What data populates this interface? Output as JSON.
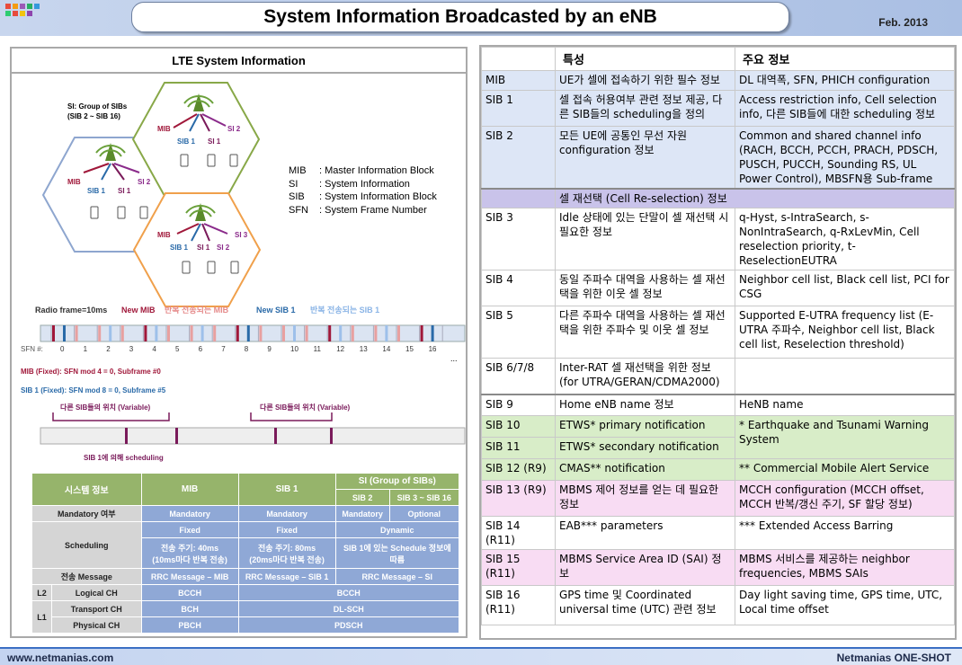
{
  "header": {
    "title": "System Information Broadcasted by an eNB",
    "date": "Feb. 2013"
  },
  "footer": {
    "left": "www.netmanias.com",
    "right": "Netmanias ONE-SHOT"
  },
  "left_panel": {
    "title": "LTE System Information",
    "cells_caption": [
      "SI: Group of SIBs",
      "(SIB 2 ~ SIB 16)"
    ],
    "cell_labels": {
      "mib": "MIB",
      "sib1": "SIB 1",
      "si1": "SI 1",
      "si2": "SI 2",
      "si3": "SI 3"
    },
    "legend": [
      {
        "key": "MIB",
        "value": ": Master Information Block"
      },
      {
        "key": "SI",
        "value": ": System Information"
      },
      {
        "key": "SIB",
        "value": ": System Information Block"
      },
      {
        "key": "SFN",
        "value": ": System Frame Number"
      }
    ],
    "timeline": {
      "radio_frame": "Radio frame=10ms",
      "new_mib": "New MIB",
      "repeat_mib": "반복 전송되는 MIB",
      "new_sib1": "New SIB 1",
      "repeat_sib1": "반복 전송되는 SIB 1",
      "sfn_label": "SFN #:",
      "sfn_numbers": [
        "0",
        "1",
        "2",
        "3",
        "4",
        "5",
        "6",
        "7",
        "8",
        "9",
        "10",
        "11",
        "12",
        "13",
        "14",
        "15",
        "16"
      ],
      "ellipsis": "...",
      "mib_fixed": "MIB (Fixed): SFN mod 4 = 0, Subframe #0",
      "sib1_fixed": "SIB 1 (Fixed): SFN mod 8 = 0, Subframe #5",
      "other_sibs_a": "다른 SIB들의 위치 (Variable)",
      "other_sibs_b": "다른 SIB들의 위치 (Variable)",
      "sib1_scheduling": "SIB 1에 의해 scheduling"
    },
    "table": {
      "h_system": "시스템 정보",
      "h_mib": "MIB",
      "h_sib1": "SIB 1",
      "h_si": "SI (Group of SIBs)",
      "h_sib2": "SIB 2",
      "h_sib3_16": "SIB 3 ~ SIB 16",
      "mandatory_label": "Mandatory 여부",
      "mandatory": [
        "Mandatory",
        "Mandatory",
        "Mandatory",
        "Optional"
      ],
      "scheduling_label": "Scheduling",
      "sched_fixed": [
        "Fixed",
        "Fixed",
        "Dynamic"
      ],
      "sched_mib": [
        "전송 주기: 40ms",
        "(10ms마다 반복 전송)"
      ],
      "sched_sib1": [
        "전송 주기: 80ms",
        "(20ms마다 반복 전송)"
      ],
      "sched_si": [
        "SIB 1에 있는 Schedule 정보에",
        "따름"
      ],
      "msg_label": "전송 Message",
      "msg": [
        "RRC Message – MIB",
        "RRC Message – SIB 1",
        "RRC Message – SI"
      ],
      "l2": "L2",
      "l1": "L1",
      "logical_ch": "Logical CH",
      "transport_ch": "Transport CH",
      "physical_ch": "Physical CH",
      "logical": [
        "BCCH",
        "BCCH"
      ],
      "transport": [
        "BCH",
        "DL-SCH"
      ],
      "physical": [
        "PBCH",
        "PDSCH"
      ]
    }
  },
  "right_table": {
    "headers": [
      "",
      "특성",
      "주요 정보"
    ],
    "cell_reselection_header": "셀 재선택 (Cell Re-selection) 정보",
    "rows": [
      {
        "id": "MIB",
        "feature": "UE가 셀에 접속하기 위한 필수 정보",
        "info": "DL 대역폭, SFN, PHICH configuration"
      },
      {
        "id": "SIB 1",
        "feature": "셀 접속 허용여부 관련 정보 제공, 다른 SIB들의 scheduling을 정의",
        "info": "Access restriction info, Cell selection info, 다른 SIB들에 대한 scheduling 정보"
      },
      {
        "id": "SIB 2",
        "feature": "모든 UE에 공통인 무선 자원 configuration 정보",
        "info": "Common and shared channel info (RACH, BCCH, PCCH, PRACH, PDSCH, PUSCH, PUCCH, Sounding RS, UL Power Control), MBSFN용 Sub-frame"
      },
      {
        "id": "SIB 3",
        "feature": "Idle 상태에 있는 단말이 셀 재선택 시 필요한 정보",
        "info": "q-Hyst, s-IntraSearch, s-NonIntraSearch, q-RxLevMin, Cell reselection priority, t-ReselectionEUTRA"
      },
      {
        "id": "SIB 4",
        "feature": "동일 주파수 대역을 사용하는 셀 재선택을 위한 이웃 셀 정보",
        "info": "Neighbor cell list, Black cell list, PCI for CSG"
      },
      {
        "id": "SIB 5",
        "feature": "다른 주파수 대역을 사용하는 셀 재선택을 위한 주파수 및 이웃 셀 정보",
        "info": "Supported E-UTRA frequency list (E-UTRA 주파수, Neighbor cell list, Black cell list, Reselection threshold)"
      },
      {
        "id": "SIB 6/7/8",
        "feature": "Inter-RAT 셀 재선택을 위한 정보 (for UTRA/GERAN/CDMA2000)",
        "info": ""
      },
      {
        "id": "SIB 9",
        "feature": "Home eNB name 정보",
        "info": "HeNB name"
      },
      {
        "id": "SIB 10",
        "feature": "ETWS* primary notification",
        "info": "* Earthquake and Tsunami Warning System"
      },
      {
        "id": "SIB 11",
        "feature": "ETWS* secondary notification",
        "info": ""
      },
      {
        "id": "SIB 12 (R9)",
        "feature": "CMAS** notification",
        "info": "** Commercial Mobile Alert Service"
      },
      {
        "id": "SIB 13 (R9)",
        "feature": "MBMS 제어 정보를 얻는 데 필요한 정보",
        "info": "MCCH configuration (MCCH offset, MCCH 반복/갱신 주기, SF 할당 정보)"
      },
      {
        "id": "SIB 14 (R11)",
        "feature": "EAB*** parameters",
        "info": "*** Extended Access Barring"
      },
      {
        "id": "SIB 15 (R11)",
        "feature": "MBMS Service Area ID (SAI) 정보",
        "info": "MBMS 서비스를 제공하는 neighbor frequencies, MBMS SAIs"
      },
      {
        "id": "SIB 16 (R11)",
        "feature": "GPS time 및 Coordinated universal time (UTC) 관련 정보",
        "info": "Day light saving time, GPS time, UTC, Local time offset"
      }
    ]
  }
}
